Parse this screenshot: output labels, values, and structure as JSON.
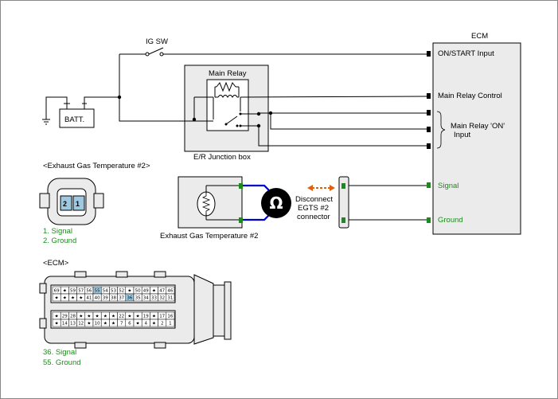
{
  "ig_sw": "IG SW",
  "batt": "BATT.",
  "main_relay": "Main Relay",
  "junction_box": "E/R Junction box",
  "ecm": {
    "title": "ECM",
    "on_start": "ON/START Input",
    "main_relay_control": "Main Relay Control",
    "main_relay_on_1": "Main Relay 'ON'",
    "main_relay_on_2": "Input",
    "signal": "Signal",
    "ground": "Ground"
  },
  "sensor_label": "Exhaust Gas Temperature #2",
  "disconnect": [
    "Disconnect",
    "EGTS #2",
    "connector"
  ],
  "connector_section": {
    "title": "<Exhaust Gas Temperature #2>",
    "pin_2": "2",
    "pin_1": "1",
    "legend_1": "1. Signal",
    "legend_2": "2. Ground"
  },
  "ecm_section": {
    "title": "<ECM>",
    "legend_1": "36. Signal",
    "legend_2": "55. Ground",
    "pin_rows": [
      [
        "69",
        "★",
        "59",
        "57",
        "56",
        "55",
        "54",
        "53",
        "52",
        "★",
        "50",
        "49",
        "★",
        "47",
        "46"
      ],
      [
        "★",
        "★",
        "★",
        "★",
        "41",
        "40",
        "39",
        "38",
        "37",
        "36",
        "35",
        "34",
        "33",
        "32",
        "31"
      ],
      [
        "★",
        "29",
        "28",
        "★",
        "★",
        "★",
        "★",
        "★",
        "22",
        "★",
        "★",
        "19",
        "★",
        "17",
        "16"
      ],
      [
        "★",
        "14",
        "13",
        "12",
        "★",
        "10",
        "★",
        "★",
        "7",
        "6",
        "★",
        "4",
        "★",
        "2",
        "1"
      ]
    ]
  },
  "colors": {
    "box_fill": "#ebebeb",
    "wire_blue": "#0000cc",
    "pin_green": "#1e8a1e",
    "arrow_orange": "#e06010",
    "highlight_pin": "#9ec9e0"
  }
}
